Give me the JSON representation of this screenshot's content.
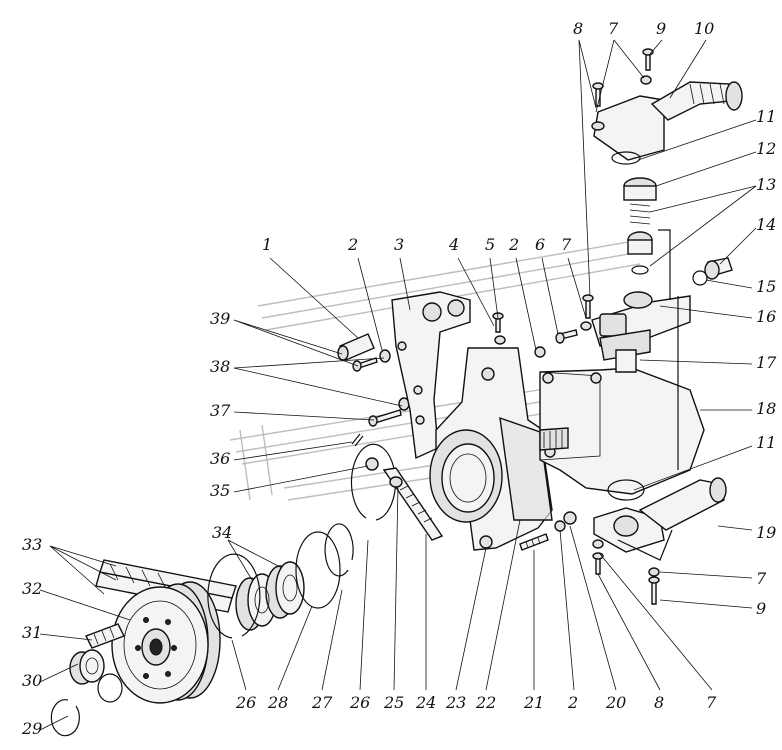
{
  "callouts": [
    "1",
    "2",
    "3",
    "4",
    "5",
    "2",
    "6",
    "7",
    "8",
    "7",
    "9",
    "10",
    "11",
    "12",
    "13",
    "14",
    "15",
    "16",
    "17",
    "18",
    "11",
    "19",
    "7",
    "9",
    "7",
    "8",
    "20",
    "2",
    "21",
    "22",
    "23",
    "24",
    "25",
    "26",
    "27",
    "28",
    "26",
    "34",
    "33",
    "32",
    "31",
    "30",
    "29",
    "39",
    "38",
    "37",
    "36",
    "35"
  ]
}
